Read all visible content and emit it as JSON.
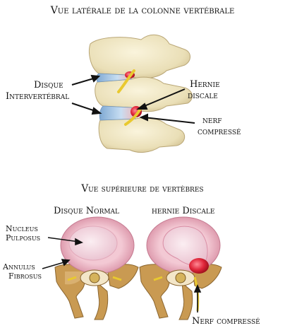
{
  "titles": {
    "lateral": "Vue latérale de la colonne vertébrale",
    "superior": "Vue supérieure de vertèbres"
  },
  "lateral_labels": {
    "disque_line1": "Disque",
    "disque_line2": "Intervertébral",
    "hernie_line1": "Hernie",
    "hernie_line2": "discale",
    "nerf_line1": "nerf",
    "nerf_line2": "compressé"
  },
  "superior_labels": {
    "disque_normal": "Disque Normal",
    "hernie_discale": "hernie Discale",
    "nucleus_line1": "Nucleus",
    "nucleus_line2": "Pulposus",
    "annulus_line1": "Annulus",
    "annulus_line2": "Fibrosus",
    "nerf_compresse": "Nerf compressé"
  },
  "colors": {
    "bone": "#efe6c2",
    "bone_shadow": "#c9b98a",
    "disc_blue": "#a9c8e6",
    "hernia_red": "#e0263a",
    "nerve_yellow": "#e9c92f",
    "annulus_pink": "#ebb6c4",
    "nucleus_pink": "#f5dce4",
    "root_brown": "#c99a52"
  }
}
